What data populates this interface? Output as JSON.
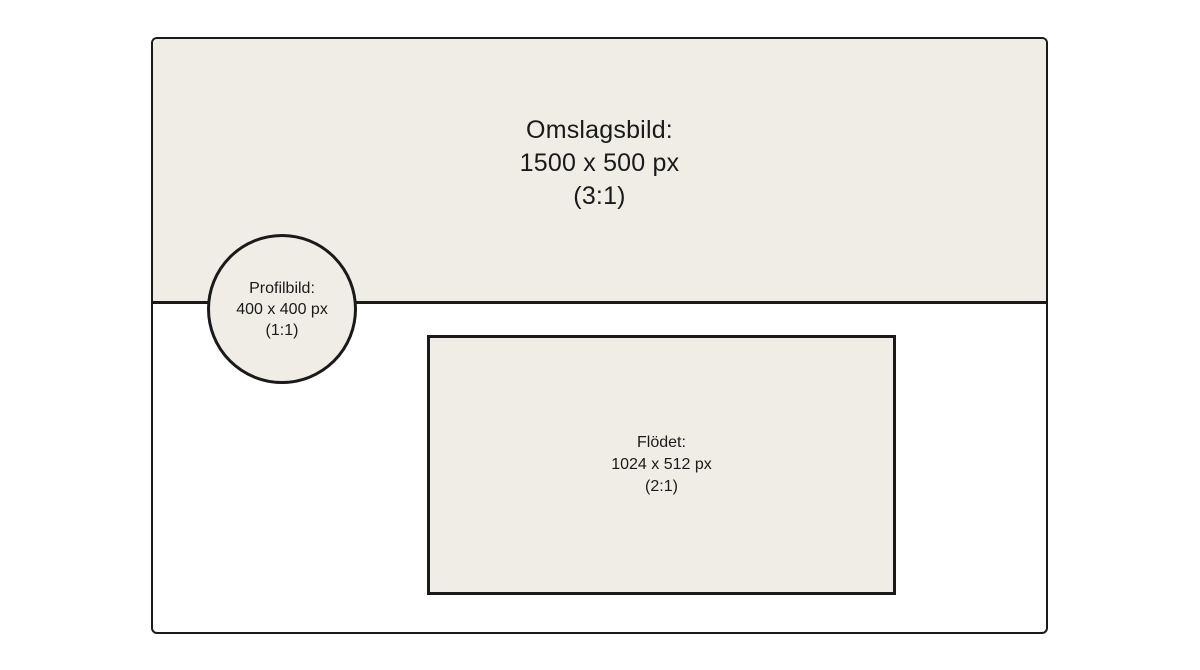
{
  "cover": {
    "label": "Omslagsbild:",
    "size": "1500 x 500 px",
    "ratio": "(3:1)"
  },
  "profile": {
    "label": "Profilbild:",
    "size": "400 x 400 px",
    "ratio": "(1:1)"
  },
  "feed": {
    "label": "Flödet:",
    "size": "1024 x 512 px",
    "ratio": "(2:1)"
  },
  "colors": {
    "fill": "#f0ede6",
    "stroke": "#1a1a1a",
    "background": "#ffffff"
  }
}
